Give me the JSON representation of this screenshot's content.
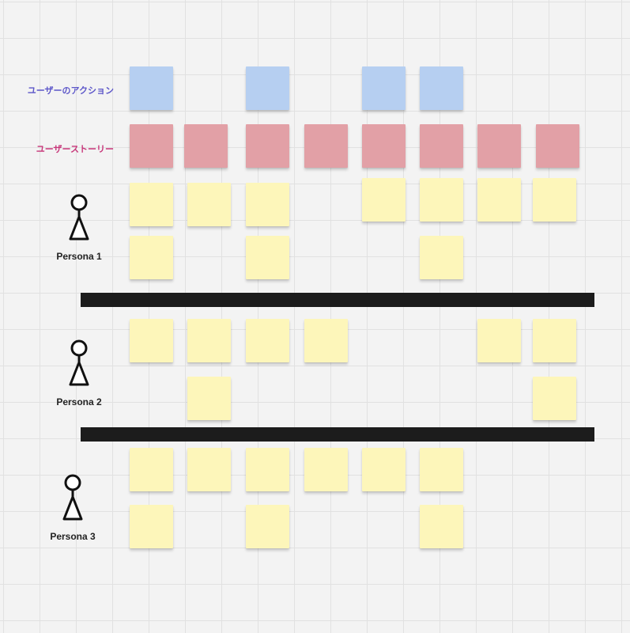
{
  "board": {
    "row_labels": {
      "user_action": "ユーザーのアクション",
      "user_story": "ユーザーストーリー"
    },
    "personas": [
      {
        "label": "Persona 1",
        "icon": "person-icon"
      },
      {
        "label": "Persona 2",
        "icon": "person-icon"
      },
      {
        "label": "Persona 3",
        "icon": "person-icon"
      }
    ],
    "sticky_note_colors": {
      "user_action": "#b6cff1",
      "user_story": "#e2a0a6",
      "persona": "#fdf6ba"
    },
    "label_colors": {
      "user_action": "#5c56c9",
      "user_story": "#c7367a"
    },
    "divider_color": "#1c1c1c"
  }
}
